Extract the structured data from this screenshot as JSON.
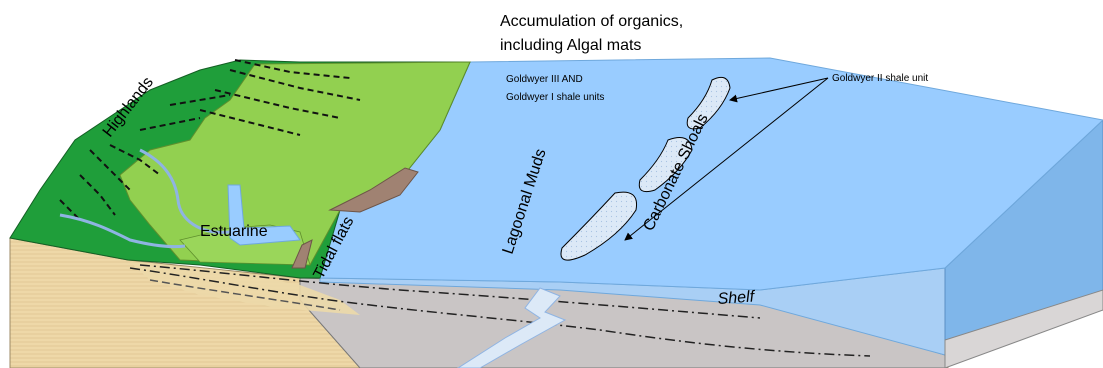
{
  "labels": {
    "organics_line1": "Accumulation of organics,",
    "organics_line2": "including Algal mats",
    "goldwyer_iii_line1": "Goldwyer III AND",
    "goldwyer_iii_line2": "Goldwyer I shale units",
    "goldwyer_ii": "Goldwyer II shale unit",
    "highlands": "Highlands",
    "estuarine": "Estuarine",
    "tidal_flats": "Tidal flats",
    "lagoonal_muds": "Lagoonal Muds",
    "carbonate_shoals": "Carbonate Shoals",
    "shelf": "Shelf"
  },
  "colors": {
    "ocean_top": "#99ccff",
    "ocean_side": "#8ec2f2",
    "ocean_edge": "#6fa8dc",
    "land_light": "#92d050",
    "highland_dark": "#1f9e3a",
    "sediment": "#f2e2b8",
    "crust": "#c9c5c5",
    "river": "#8fb4e3",
    "tidal_flat": "#a08272",
    "shoal": "#dce9f7"
  }
}
